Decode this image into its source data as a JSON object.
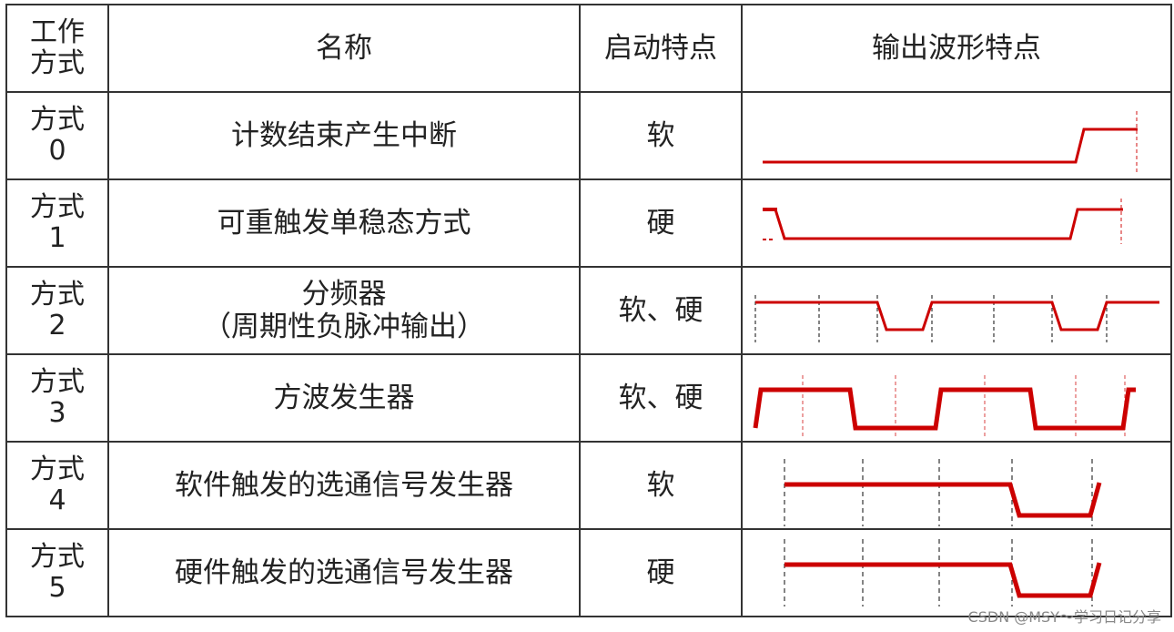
{
  "header": {
    "mode": "工作\n方式",
    "mode_l1": "工作",
    "mode_l2": "方式",
    "name": "名称",
    "start": "启动特点",
    "wave": "输出波形特点"
  },
  "rows": [
    {
      "mode_l1": "方式",
      "mode_l2": "0",
      "name": "计数结束产生中断",
      "start": "软"
    },
    {
      "mode_l1": "方式",
      "mode_l2": "1",
      "name": "可重触发单稳态方式",
      "start": "硬"
    },
    {
      "mode_l1": "方式",
      "mode_l2": "2",
      "name": "分频器",
      "name2": "（周期性负脉冲输出）",
      "start": "软、硬"
    },
    {
      "mode_l1": "方式",
      "mode_l2": "3",
      "name": "方波发生器",
      "start": "软、硬"
    },
    {
      "mode_l1": "方式",
      "mode_l2": "4",
      "name": "软件触发的选通信号发生器",
      "start": "软"
    },
    {
      "mode_l1": "方式",
      "mode_l2": "5",
      "name": "硬件触发的选通信号发生器",
      "start": "硬"
    }
  ],
  "colors": {
    "wave": "#cc0000",
    "dash_red": "#e06060",
    "dash_black": "#333333"
  },
  "watermark": "CSDN @MSY～学习日记分享"
}
